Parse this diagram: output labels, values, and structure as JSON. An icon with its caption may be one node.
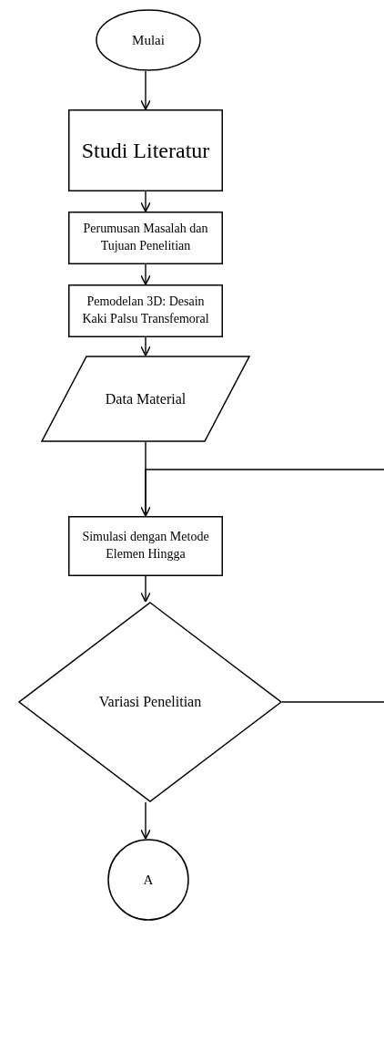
{
  "diagram": {
    "nodes": [
      {
        "text": [
          "Mulai"
        ]
      },
      {
        "text": [
          "Studi Literatur"
        ]
      },
      {
        "text": [
          "Perumusan Masalah dan Tujuan Penelitian"
        ]
      },
      {
        "text": [
          "Pemodelan 3D: Desain Kaki Palsu Transfemoral"
        ]
      },
      {
        "text": [
          "Data Material"
        ]
      },
      {
        "text": [
          "Simulasi dengan Metode Elemen Hingga"
        ]
      },
      {
        "text": [
          "Variasi Penelitian"
        ]
      },
      {
        "text": [
          "A"
        ]
      }
    ],
    "edges": [
      {
        "from": 0,
        "to": 1,
        "arrow": "to"
      },
      {
        "from": 1,
        "to": 2,
        "arrow": "to"
      },
      {
        "from": 2,
        "to": 3,
        "arrow": "to"
      },
      {
        "from": 3,
        "to": 4,
        "arrow": "to"
      },
      {
        "from": 4,
        "to": 5,
        "arrow": "none"
      },
      {
        "from": 5,
        "to": 6,
        "arrow": "to"
      },
      {
        "from": 6,
        "to": 7,
        "arrow": "to"
      },
      {
        "from": 6,
        "to": null,
        "arrow": "none"
      },
      {
        "from": null,
        "to": 5,
        "arrow": "to"
      }
    ]
  }
}
